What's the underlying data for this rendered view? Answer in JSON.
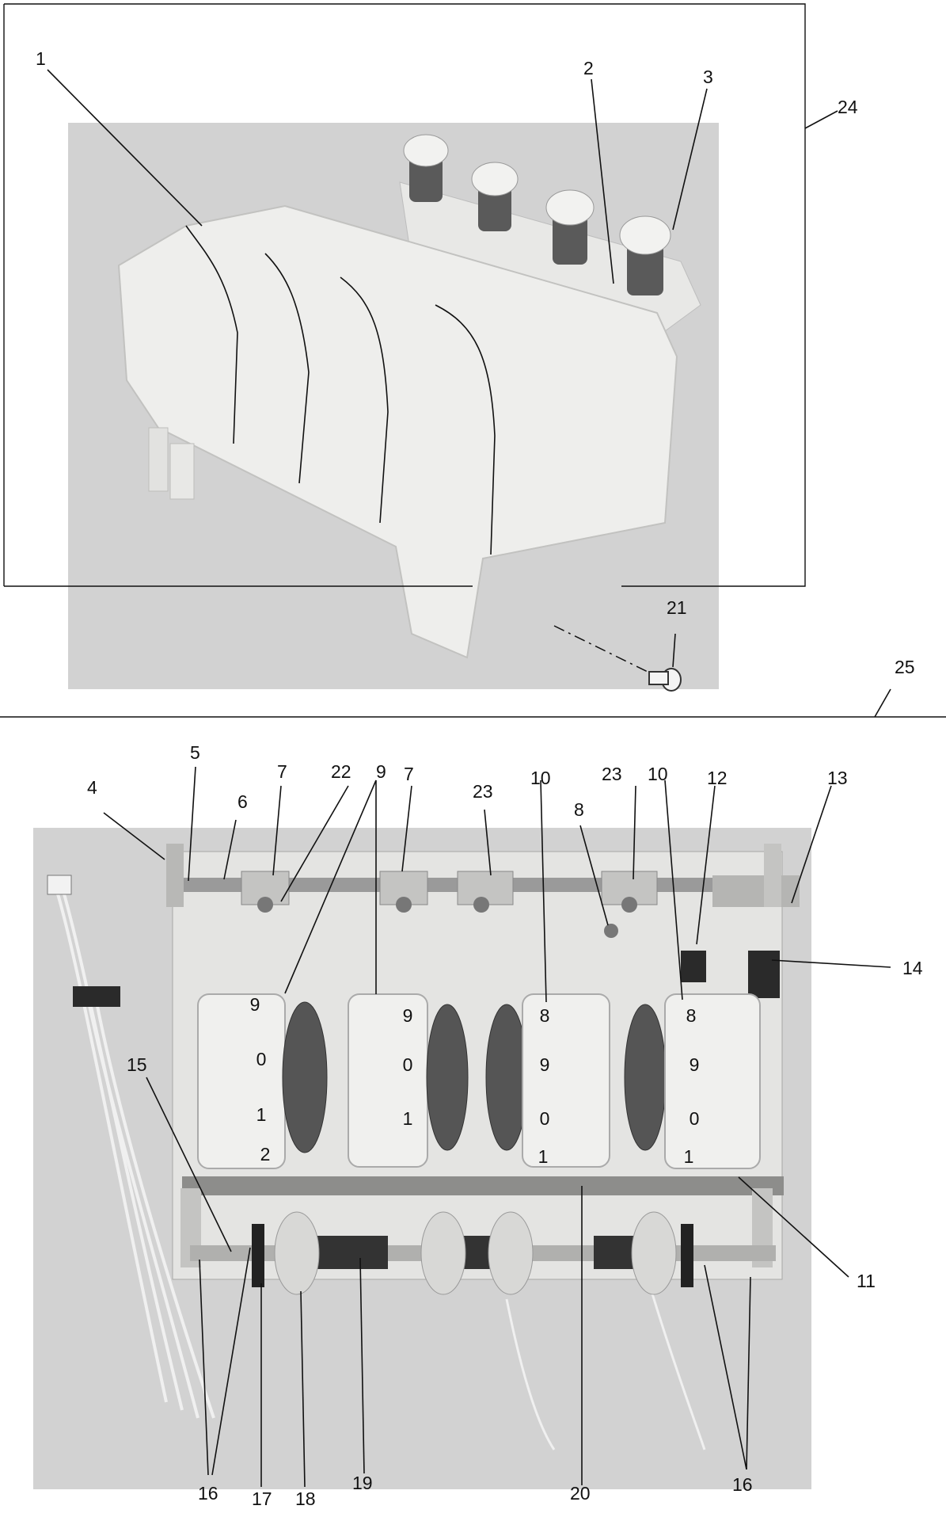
{
  "labels": {
    "l1": "1",
    "l2": "2",
    "l3": "3",
    "l4": "4",
    "l5": "5",
    "l6": "6",
    "l7a": "7",
    "l7b": "7",
    "l8": "8",
    "l9": "9",
    "l10a": "10",
    "l10b": "10",
    "l11": "11",
    "l12": "12",
    "l13": "13",
    "l14": "14",
    "l15": "15",
    "l16a": "16",
    "l16b": "16",
    "l17": "17",
    "l18": "18",
    "l19": "19",
    "l20": "20",
    "l21": "21",
    "l22": "22",
    "l23a": "23",
    "l23b": "23",
    "l24": "24",
    "l25": "25"
  },
  "dials": [
    {
      "top": "9",
      "mid": "0",
      "low": "1",
      "bottom": "2"
    },
    {
      "top": "9",
      "mid": "0",
      "low": "1",
      "bottom": ""
    },
    {
      "top": "8",
      "mid": "9",
      "low": "0",
      "bottom": "1"
    },
    {
      "top": "8",
      "mid": "9",
      "low": "0",
      "bottom": "1"
    }
  ],
  "colors": {
    "photo_bg": "#d2d2d2",
    "part_light": "#eeeeec",
    "metal": "#9a9a9a",
    "ink": "#111111"
  }
}
